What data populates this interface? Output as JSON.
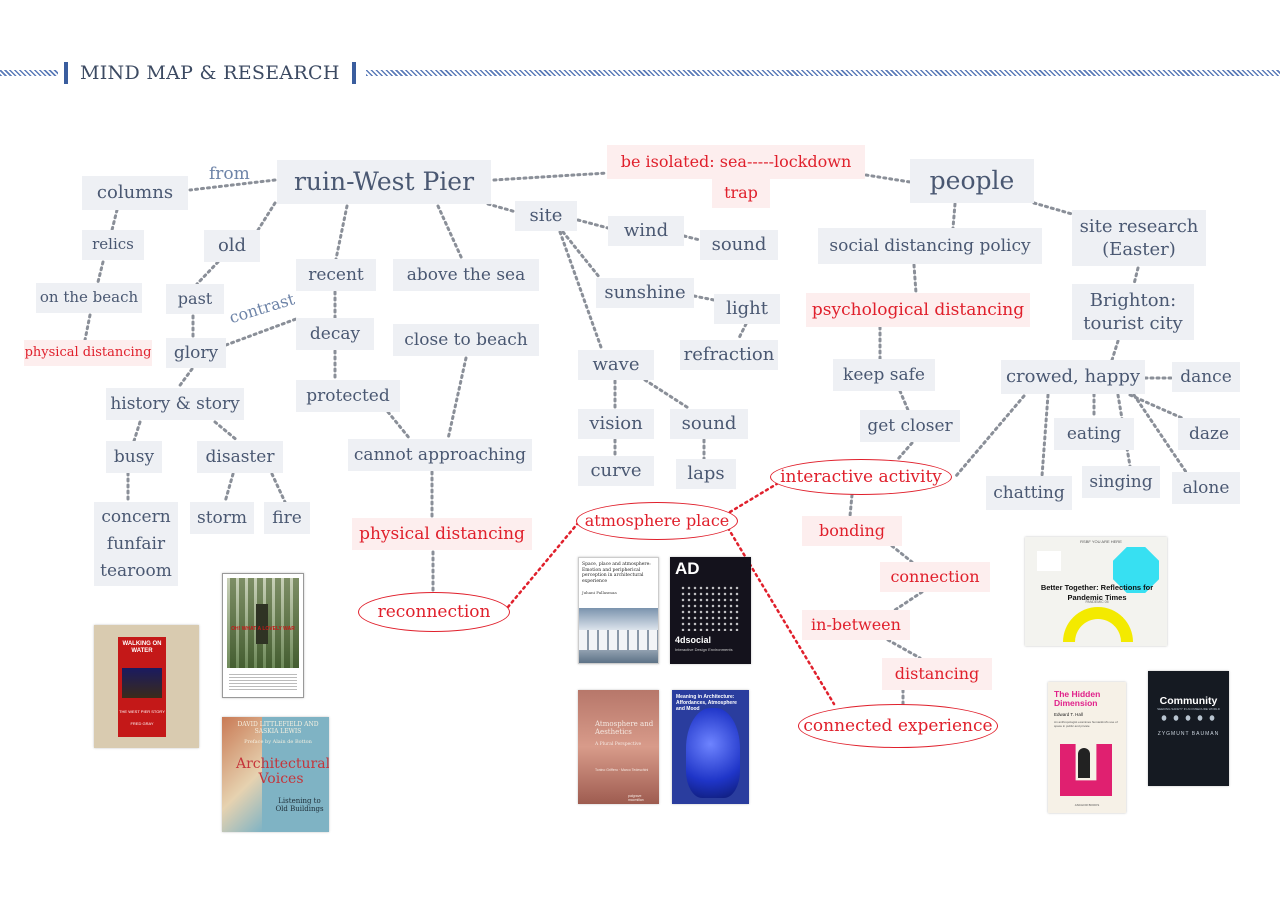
{
  "header": {
    "title": "MIND MAP & RESEARCH"
  },
  "nodes": {
    "ruin": "ruin-West Pier",
    "columns": "columns",
    "relics": "relics",
    "beach": "on the beach",
    "phys1": "physical distancing",
    "old": "old",
    "past": "past",
    "glory": "glory",
    "history": "history & story",
    "busy": "busy",
    "disaster": "disaster",
    "concern": "concern",
    "funfair": "funfair",
    "tearoom": "tearoom",
    "storm": "storm",
    "fire": "fire",
    "recent": "recent",
    "decay": "decay",
    "protected": "protected",
    "above": "above the sea",
    "close": "close to beach",
    "cannot": "cannot approaching",
    "phys2": "physical distancing",
    "reconnection": "reconnection",
    "site": "site",
    "wind": "wind",
    "sound1": "sound",
    "sunshine": "sunshine",
    "light": "light",
    "refraction": "refraction",
    "wave": "wave",
    "vision": "vision",
    "sound2": "sound",
    "curve": "curve",
    "laps": "laps",
    "atmosphere": "atmosphere place",
    "isolated": "be isolated: sea-----lockdown",
    "trap": "trap",
    "people": "people",
    "policy": "social distancing policy",
    "psych": "psychological distancing",
    "keep": "keep safe",
    "closer": "get closer",
    "interactive": "interactive activity",
    "bonding": "bonding",
    "connection": "connection",
    "inbetween": "in-between",
    "distancing": "distancing",
    "connected": "connected experience",
    "siteresearch": "site research\n(Easter)",
    "brighton": "Brighton:\ntourist city",
    "crowed": "crowed, happy",
    "dance": "dance",
    "eating": "eating",
    "daze": "daze",
    "chatting": "chatting",
    "singing": "singing",
    "alone": "alone"
  },
  "edge_labels": {
    "from": "from",
    "contrast": "contrast"
  },
  "books": {
    "walking": {
      "title": "WALKING ON WATER",
      "sub": "THE WEST PIER STORY",
      "author": "FRED GRAY"
    },
    "war": {
      "title": "OH! WHAT A LOVELY WAR"
    },
    "voices": {
      "authors": "DAVID LITTLEFIELD AND SASKIA LEWIS",
      "preface": "Preface by Alain de Botton",
      "title": "Architectural Voices",
      "sub": "Listening to Old Buildings"
    },
    "pallasmaa": {
      "title": "Space, place and atmosphere: Emotion and peripherical perception in architectural experience",
      "author": "Juhani Pallasmaa"
    },
    "ad": {
      "logo": "AD",
      "title": "4dsocial",
      "sub": "Interactive Design Environments"
    },
    "aesthetics": {
      "title": "Atmosphere and Aesthetics",
      "sub": "A Plural Perspective",
      "editors": "Tonino Griffero · Marco Tedeschini",
      "pub": "palgrave macmillan"
    },
    "meaning": {
      "title": "Meaning in Architecture: Affordances, Atmosphere and Mood"
    },
    "together": {
      "top": "RSBF  YOU ARE HERE",
      "title": "Better Together: Reflections for Pandemic Times",
      "ref": "PANDEMIC 05"
    },
    "hidden": {
      "title": "The Hidden Dimension",
      "author": "Edward T. Hall",
      "blurb": "An anthropologist examines humankind's use of space in public and private",
      "pub": "ANCHOR BOOKS"
    },
    "community": {
      "title": "Community",
      "sub": "SEEKING SAFETY IN AN INSECURE WORLD",
      "author": "ZYGMUNT BAUMAN"
    }
  }
}
